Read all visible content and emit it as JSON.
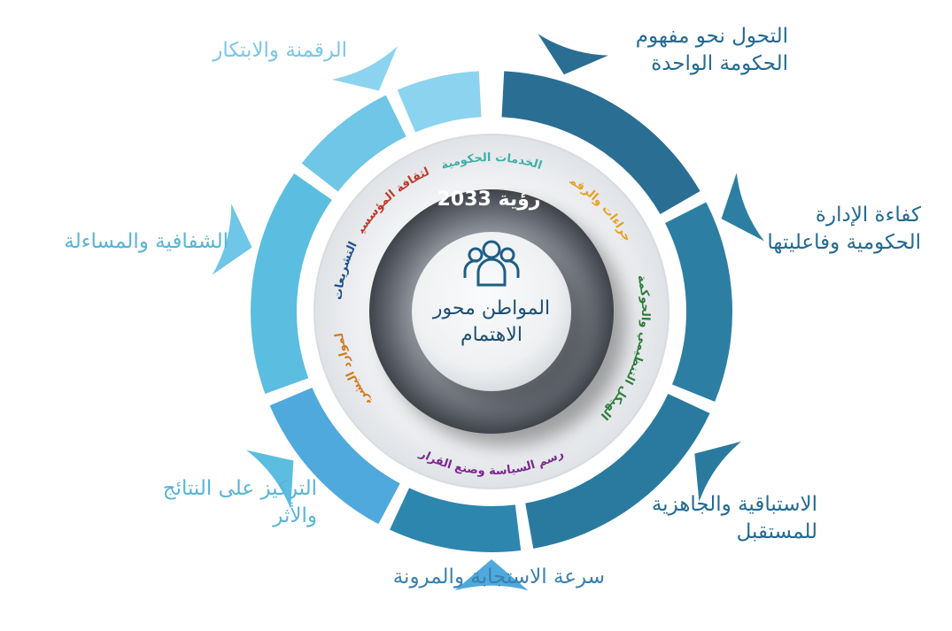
{
  "center": {
    "vision": "رؤية 2033",
    "title_line1": "المواطن محور",
    "title_line2": "الاهتمام",
    "icon": "people-group-icon"
  },
  "inner_labels": [
    {
      "text": "الخدمات الحكومية",
      "color": "#3fb0a6"
    },
    {
      "text": "الإجراءات والرقمنة",
      "color": "#e8a01c"
    },
    {
      "text": "الهيكل التنظيمي والحوكمة",
      "color": "#2e7d3a"
    },
    {
      "text": "رسم السياسة وصنع القرار",
      "color": "#7a2a8c"
    },
    {
      "text": "الموارد البشرية",
      "color": "#d27a1e"
    },
    {
      "text": "التشريعات",
      "color": "#1e4f8a"
    },
    {
      "text": "الثقافة المؤسسية",
      "color": "#c0392b"
    }
  ],
  "outer_labels": [
    {
      "line1": "التحول نحو مفهوم",
      "line2": "الحكومة الواحدة",
      "color": "#236a91"
    },
    {
      "line1": "كفاءة الإدارة",
      "line2": "الحكومية وفاعليتها",
      "color": "#236a91"
    },
    {
      "line1": "الاستباقية والجاهزية",
      "line2": "للمستقبل",
      "color": "#236a91"
    },
    {
      "line1": "سرعة الاستجابة والمرونة",
      "line2": "",
      "color": "#3a7fb0"
    },
    {
      "line1": "التركيز على النتائج",
      "line2": "والأثر",
      "color": "#5ab4d6"
    },
    {
      "line1": "الشفافية والمساءلة",
      "line2": "",
      "color": "#5ab4d6"
    },
    {
      "line1": "الرقمنة والابتكار",
      "line2": "",
      "color": "#7cc6e6"
    }
  ],
  "segment_colors": [
    "#2a6e94",
    "#2c7ea3",
    "#2a7aa0",
    "#2c86ae",
    "#4fa9dc",
    "#5bbde0",
    "#6fc6e6",
    "#8bd3ef"
  ]
}
